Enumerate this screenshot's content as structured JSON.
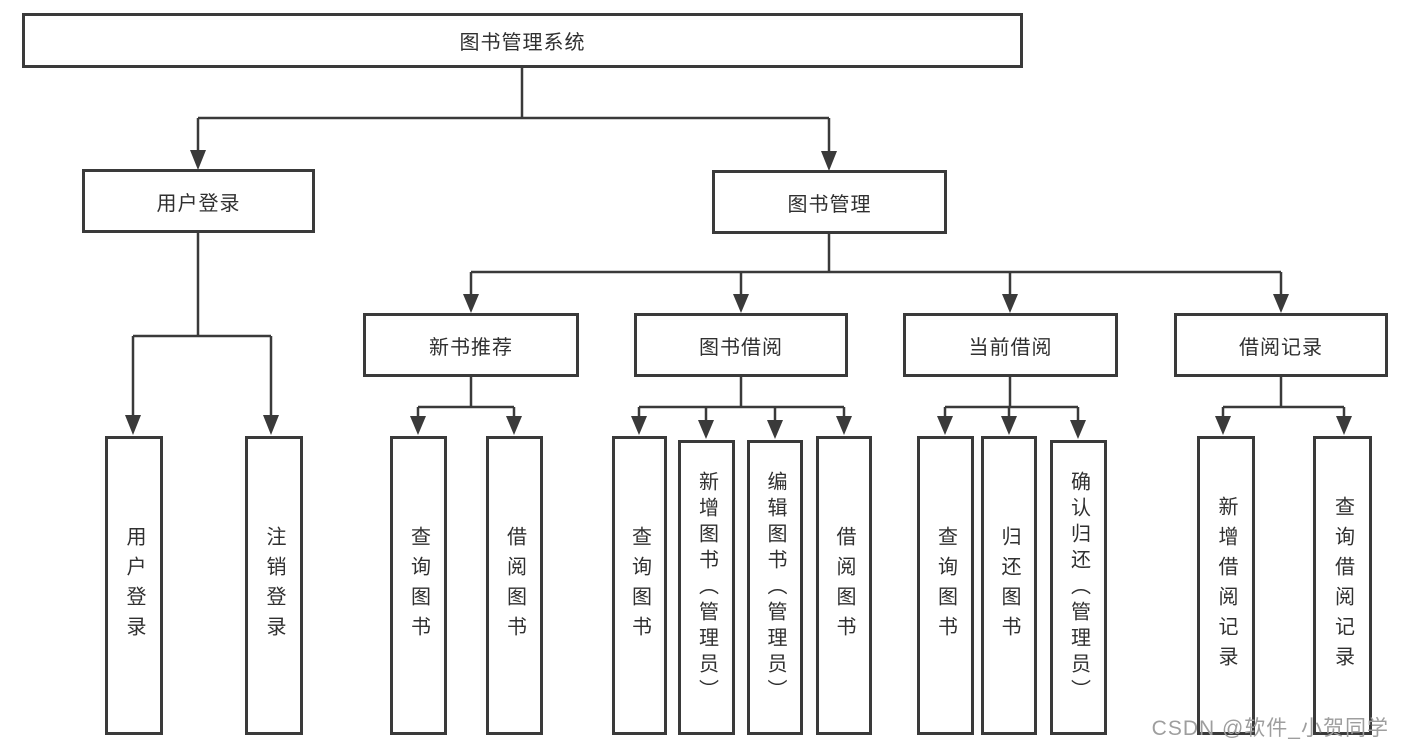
{
  "tree": {
    "label": "图书管理系统",
    "children": [
      {
        "label": "用户登录",
        "children": [
          {
            "label": "用户登录"
          },
          {
            "label": "注销登录"
          }
        ]
      },
      {
        "label": "图书管理",
        "children": [
          {
            "label": "新书推荐",
            "children": [
              {
                "label": "查询图书"
              },
              {
                "label": "借阅图书"
              }
            ]
          },
          {
            "label": "图书借阅",
            "children": [
              {
                "label": "查询图书"
              },
              {
                "label": "新增图书（管理员）"
              },
              {
                "label": "编辑图书（管理员）"
              },
              {
                "label": "借阅图书"
              }
            ]
          },
          {
            "label": "当前借阅",
            "children": [
              {
                "label": "查询图书"
              },
              {
                "label": "归还图书"
              },
              {
                "label": "确认归还（管理员）"
              }
            ]
          },
          {
            "label": "借阅记录",
            "children": [
              {
                "label": "新增借阅记录"
              },
              {
                "label": "查询借阅记录"
              }
            ]
          }
        ]
      }
    ]
  },
  "watermark": {
    "text": "CSDN @软件_小贺同学"
  },
  "colors": {
    "line": "#3a3a3a",
    "box_border": "#3a3a3a",
    "text": "#303030",
    "watermark": "#9e9e9e",
    "background": "#ffffff"
  }
}
